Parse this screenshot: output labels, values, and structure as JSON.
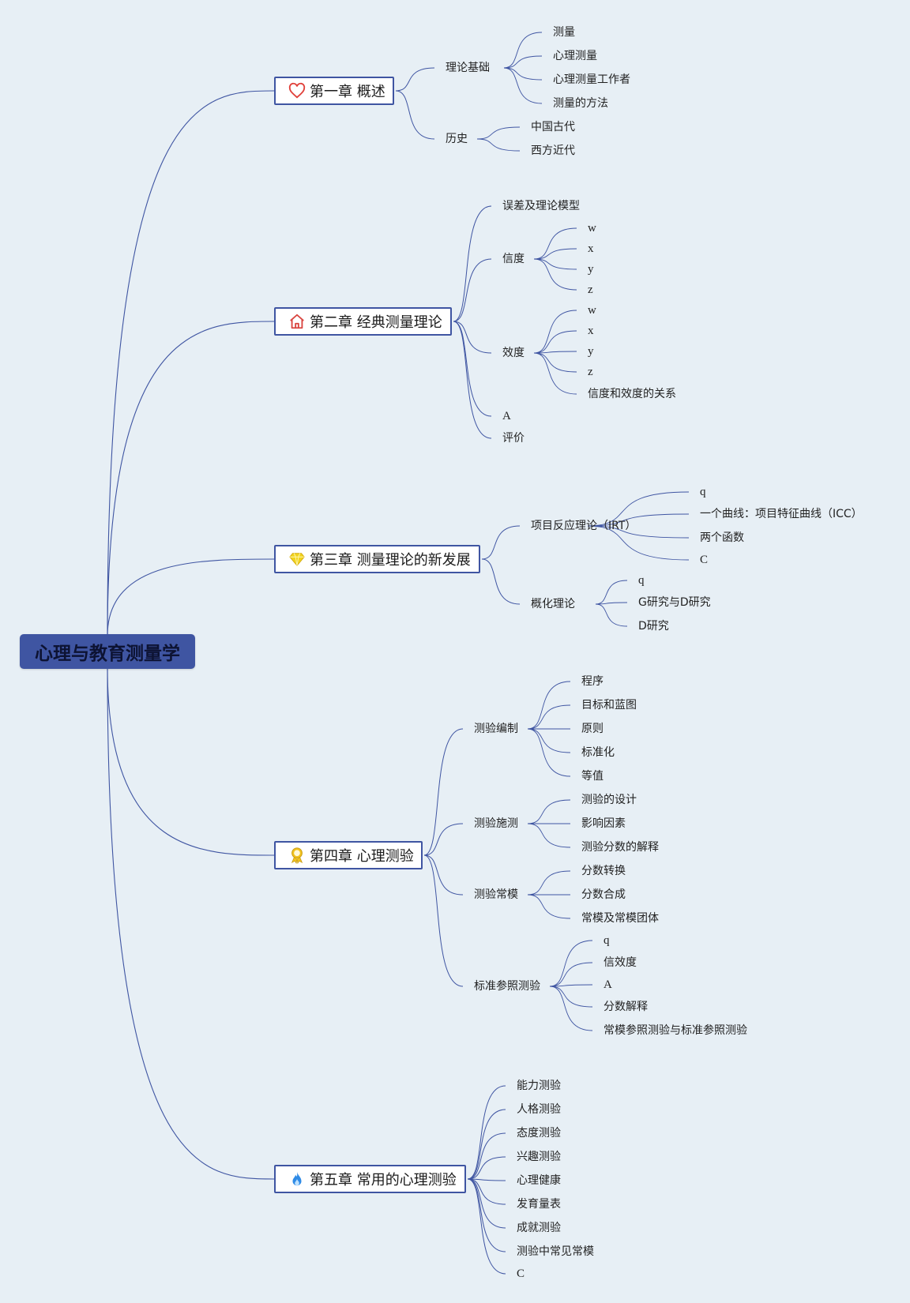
{
  "colors": {
    "background": "#e7eff5",
    "root": "#3f55a2",
    "line": "#3f55a2"
  },
  "root": {
    "label": "心理与教育测量学"
  },
  "chapters": [
    {
      "label": "第一章 概述",
      "icon": "heart-icon",
      "icon_color": "#e0403a",
      "children": [
        {
          "label": "理论基础",
          "children": [
            {
              "label": "测量"
            },
            {
              "label": "心理测量"
            },
            {
              "label": "心理测量工作者"
            },
            {
              "label": "测量的方法"
            }
          ]
        },
        {
          "label": "历史",
          "children": [
            {
              "label": "中国古代"
            },
            {
              "label": "西方近代"
            }
          ]
        }
      ]
    },
    {
      "label": "第二章 经典测量理论",
      "icon": "house-icon",
      "icon_color": "#d9443f",
      "children": [
        {
          "label": "误差及理论模型"
        },
        {
          "label": "信度",
          "children": [
            {
              "label": "w"
            },
            {
              "label": "x"
            },
            {
              "label": "y"
            },
            {
              "label": "z"
            }
          ]
        },
        {
          "label": "效度",
          "children": [
            {
              "label": "w"
            },
            {
              "label": "x"
            },
            {
              "label": "y"
            },
            {
              "label": "z"
            },
            {
              "label": "信度和效度的关系"
            }
          ]
        },
        {
          "label": "A"
        },
        {
          "label": "评价"
        }
      ]
    },
    {
      "label": "第三章 测量理论的新发展",
      "icon": "diamond-icon",
      "icon_color": "#f1d31e",
      "children": [
        {
          "label": "项目反应理论（IRT）",
          "children": [
            {
              "label": "q"
            },
            {
              "label": "一个曲线：项目特征曲线（ICC）"
            },
            {
              "label": "两个函数"
            },
            {
              "label": "C"
            }
          ]
        },
        {
          "label": "概化理论",
          "children": [
            {
              "label": "q"
            },
            {
              "label": "G研究与D研究"
            },
            {
              "label": "D研究"
            }
          ]
        }
      ]
    },
    {
      "label": "第四章 心理测验",
      "icon": "award-icon",
      "icon_color": "#f1c21e",
      "children": [
        {
          "label": "测验编制",
          "children": [
            {
              "label": "程序"
            },
            {
              "label": "目标和蓝图"
            },
            {
              "label": "原则"
            },
            {
              "label": "标准化"
            },
            {
              "label": "等值"
            }
          ]
        },
        {
          "label": "测验施测",
          "children": [
            {
              "label": "测验的设计"
            },
            {
              "label": "影响因素"
            },
            {
              "label": "测验分数的解释"
            }
          ]
        },
        {
          "label": "测验常模",
          "children": [
            {
              "label": "分数转换"
            },
            {
              "label": "分数合成"
            },
            {
              "label": "常模及常模团体"
            }
          ]
        },
        {
          "label": "标准参照测验",
          "children": [
            {
              "label": "q"
            },
            {
              "label": "信效度"
            },
            {
              "label": "A"
            },
            {
              "label": "分数解释"
            },
            {
              "label": "常模参照测验与标准参照测验"
            }
          ]
        }
      ]
    },
    {
      "label": "第五章 常用的心理测验",
      "icon": "flame-icon",
      "icon_color": "#2f8be6",
      "children": [
        {
          "label": "能力测验"
        },
        {
          "label": "人格测验"
        },
        {
          "label": "态度测验"
        },
        {
          "label": "兴趣测验"
        },
        {
          "label": "心理健康"
        },
        {
          "label": "发育量表"
        },
        {
          "label": "成就测验"
        },
        {
          "label": "测验中常见常模"
        },
        {
          "label": "C"
        }
      ]
    }
  ]
}
